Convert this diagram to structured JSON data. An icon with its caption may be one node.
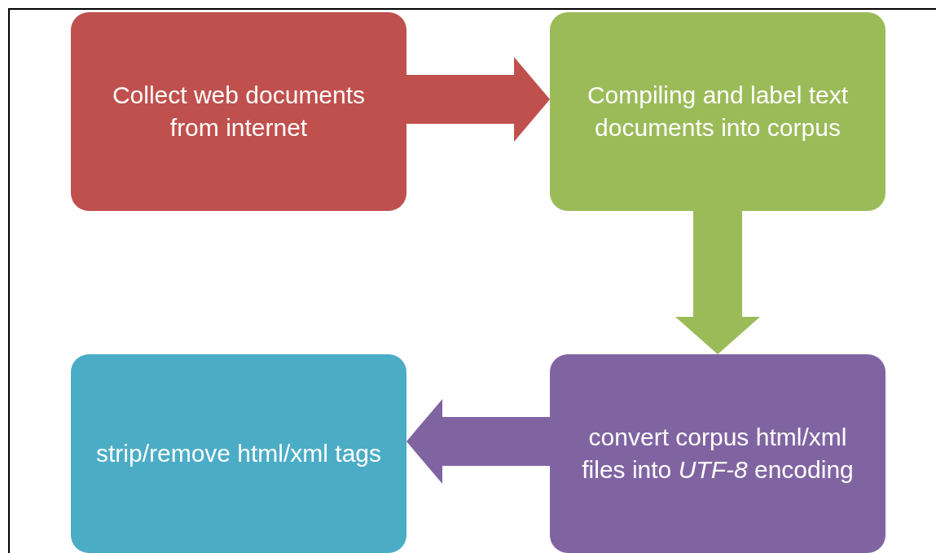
{
  "diagram": {
    "nodes": [
      {
        "text": [
          "Collect web documents from internet"
        ]
      },
      {
        "text": [
          "Compiling and label text documents into corpus"
        ]
      },
      {
        "text": [
          "convert corpus html/xml files into *UTF-8* encoding"
        ]
      },
      {
        "text": [
          "strip/remove html/xml tags"
        ]
      }
    ],
    "edges": [
      {
        "from": 0,
        "to": 1,
        "arrow": "to",
        "style": "thick",
        "color": "#c0504d"
      },
      {
        "from": 1,
        "to": 2,
        "arrow": "to",
        "style": "thick",
        "color": "#9bbb59"
      },
      {
        "from": 2,
        "to": 3,
        "arrow": "to",
        "style": "thick",
        "color": "#8064a2"
      }
    ]
  }
}
